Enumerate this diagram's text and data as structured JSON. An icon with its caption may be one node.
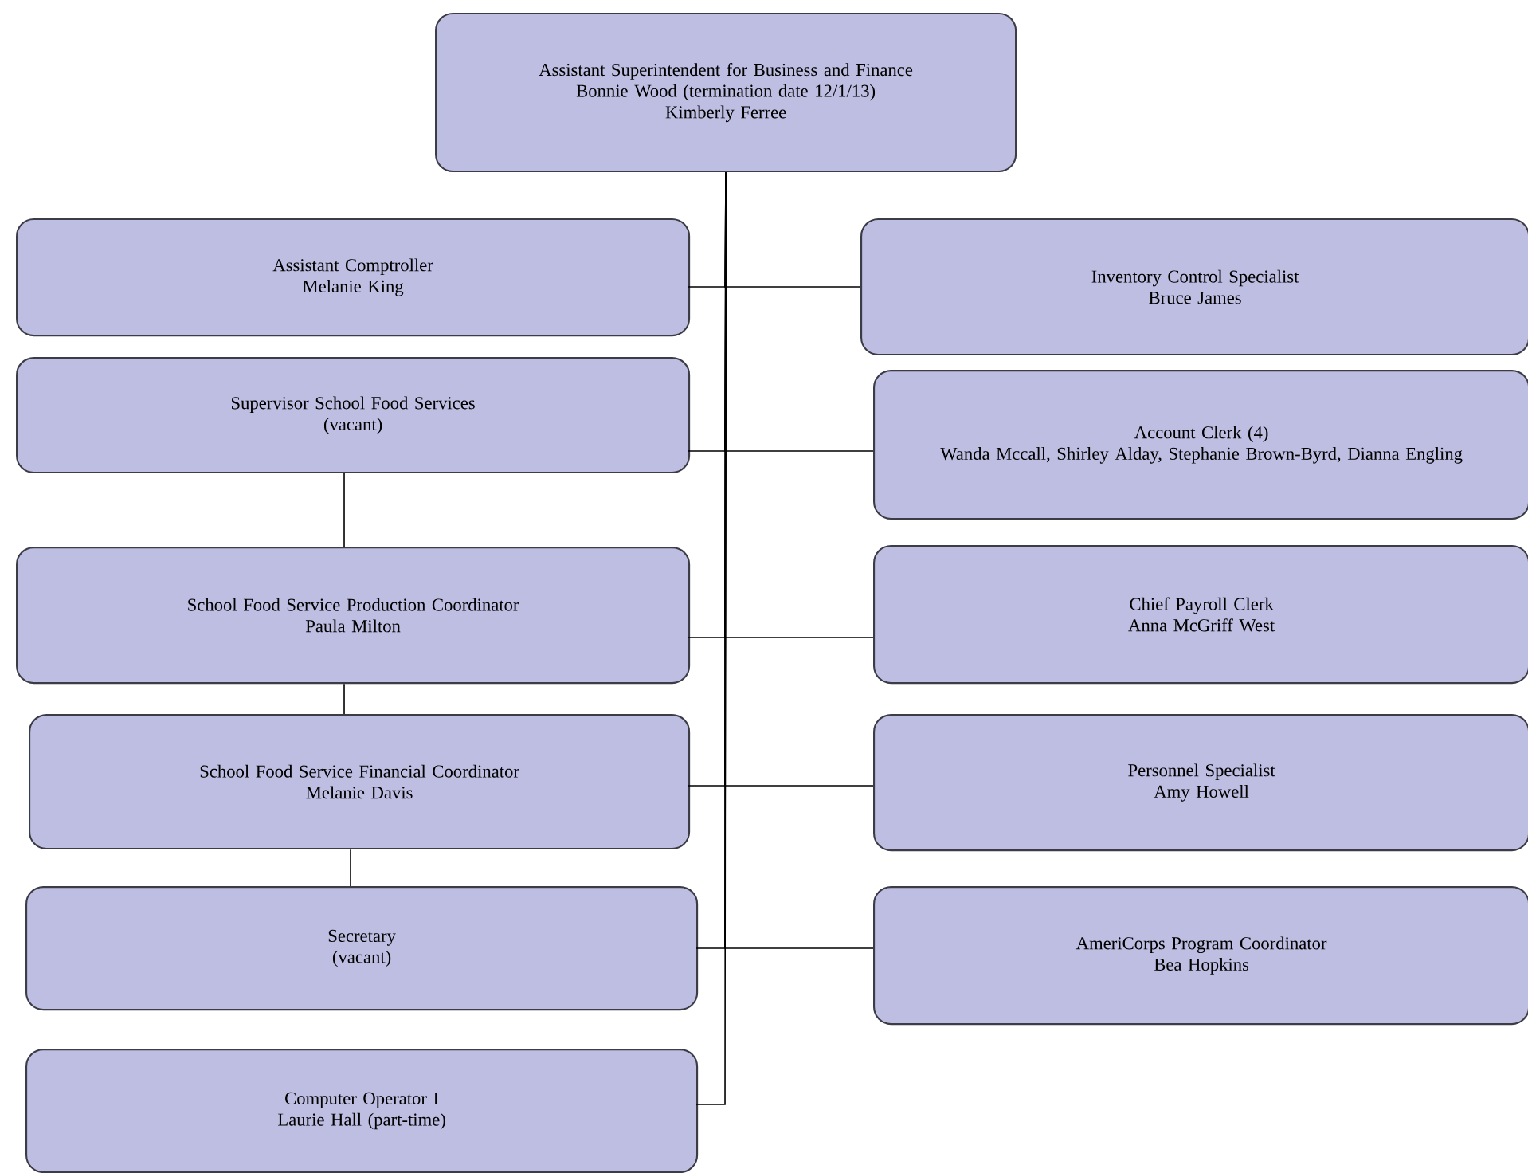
{
  "diagram": {
    "nodes": [
      {
        "text": [
          "Assistant Superintendent for Business and Finance",
          "Bonnie Wood (termination date 12/1/13)",
          "Kimberly Ferree"
        ]
      },
      {
        "text": [
          "Assistant Comptroller",
          "Melanie King"
        ]
      },
      {
        "text": [
          "Inventory Control Specialist",
          "Bruce James"
        ]
      },
      {
        "text": [
          "Supervisor School Food Services",
          "(vacant)"
        ]
      },
      {
        "text": [
          "Account Clerk (4)",
          "Wanda Mccall, Shirley Alday, Stephanie Brown-Byrd, Dianna Engling"
        ]
      },
      {
        "text": [
          "School Food Service Production Coordinator",
          "Paula Milton"
        ]
      },
      {
        "text": [
          "Chief Payroll Clerk",
          "Anna McGriff West"
        ]
      },
      {
        "text": [
          "School Food Service Financial Coordinator",
          "Melanie Davis"
        ]
      },
      {
        "text": [
          "Personnel Specialist",
          "Amy Howell"
        ]
      },
      {
        "text": [
          "Secretary",
          "(vacant)"
        ]
      },
      {
        "text": [
          "AmeriCorps Program Coordinator",
          "Bea Hopkins"
        ]
      },
      {
        "text": [
          "Computer Operator I",
          "Laurie Hall (part-time)"
        ]
      }
    ],
    "edges": [
      {
        "from": 0,
        "to": 1,
        "arrow": "none"
      },
      {
        "from": 0,
        "to": 2,
        "arrow": "none"
      },
      {
        "from": 0,
        "to": 3,
        "arrow": "none"
      },
      {
        "from": 0,
        "to": 4,
        "arrow": "none"
      },
      {
        "from": 0,
        "to": 5,
        "arrow": "none"
      },
      {
        "from": 0,
        "to": 6,
        "arrow": "none"
      },
      {
        "from": 0,
        "to": 7,
        "arrow": "none"
      },
      {
        "from": 0,
        "to": 8,
        "arrow": "none"
      },
      {
        "from": 0,
        "to": 9,
        "arrow": "none"
      },
      {
        "from": 0,
        "to": 10,
        "arrow": "none"
      },
      {
        "from": 0,
        "to": 11,
        "arrow": "none"
      },
      {
        "from": 3,
        "to": 5,
        "arrow": "none"
      },
      {
        "from": 5,
        "to": 7,
        "arrow": "none"
      },
      {
        "from": 7,
        "to": 9,
        "arrow": "none"
      }
    ]
  }
}
